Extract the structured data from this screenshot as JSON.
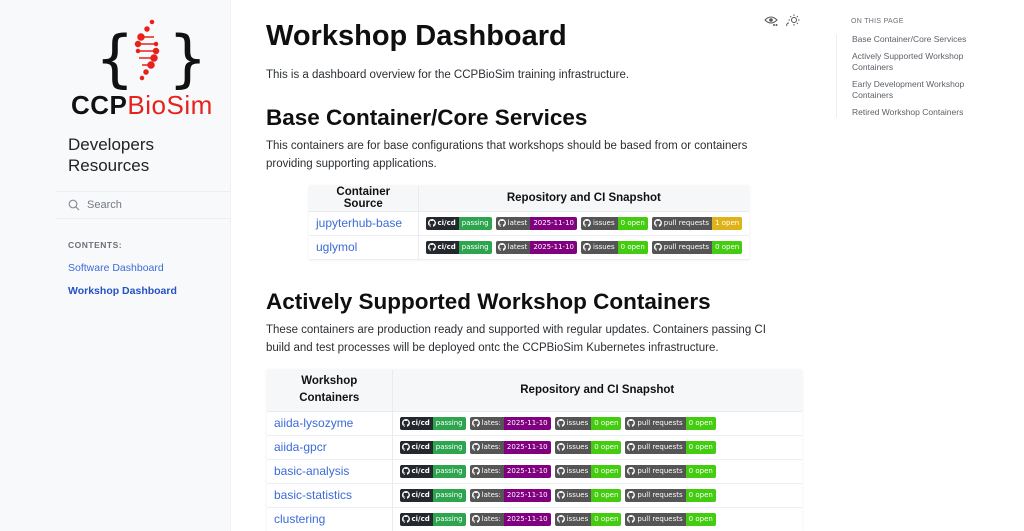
{
  "sidebar": {
    "brand_left": "CCP",
    "brand_right": "BioSim",
    "project_title": "Developers Resources",
    "search_placeholder": "Search",
    "contents_label": "CONTENTS:",
    "items": [
      {
        "label": "Software Dashboard",
        "active": false
      },
      {
        "label": "Workshop Dashboard",
        "active": true
      }
    ]
  },
  "header_icons": [
    "view-source-icon",
    "theme-toggle-icon"
  ],
  "toc": {
    "label": "ON THIS PAGE",
    "items": [
      "Base Container/Core Services",
      "Actively Supported Workshop Containers",
      "Early Development Workshop Containers",
      "Retired Workshop Containers"
    ]
  },
  "main": {
    "title": "Workshop Dashboard",
    "intro": "This is a dashboard overview for the CCPBioSim training infrastructure.",
    "sections": [
      {
        "heading": "Base Container/Core Services",
        "description": "This containers are for base configurations that workshops should be based from or containers providing supporting applications.",
        "table": {
          "headers": [
            "Container Source",
            "Repository and CI Snapshot"
          ],
          "rows": [
            {
              "name": "jupyterhub-base",
              "badges": {
                "cicd": {
                  "label": "ci/cd",
                  "value": "passing"
                },
                "latest": {
                  "label": "latest",
                  "value": "2025-11-10"
                },
                "issues": {
                  "label": "issues",
                  "value": "0 open"
                },
                "prs": {
                  "label": "pull requests",
                  "value": "1 open"
                }
              }
            },
            {
              "name": "uglymol",
              "badges": {
                "cicd": {
                  "label": "ci/cd",
                  "value": "passing"
                },
                "latest": {
                  "label": "latest",
                  "value": "2025-11-10"
                },
                "issues": {
                  "label": "issues",
                  "value": "0 open"
                },
                "prs": {
                  "label": "pull requests",
                  "value": "0 open"
                }
              }
            }
          ]
        }
      },
      {
        "heading": "Actively Supported Workshop Containers",
        "description": "These containers are production ready and supported with regular updates. Containers passing CI build and test processes will be deployed ontc the CCPBioSim Kubernetes infrastructure.",
        "table": {
          "headers": [
            "Workshop Containers",
            "Repository and CI Snapshot"
          ],
          "rows": [
            {
              "name": "aiida-lysozyme",
              "badges": {
                "cicd": {
                  "label": "ci/cd",
                  "value": "passing"
                },
                "latest": {
                  "label": "lates:",
                  "value": "2025-11-10"
                },
                "issues": {
                  "label": "issues",
                  "value": "0 open"
                },
                "prs": {
                  "label": "pull requests",
                  "value": "0 open"
                }
              }
            },
            {
              "name": "aiida-gpcr",
              "badges": {
                "cicd": {
                  "label": "ci/cd",
                  "value": "passing"
                },
                "latest": {
                  "label": "lates:",
                  "value": "2025-11-10"
                },
                "issues": {
                  "label": "issues",
                  "value": "0 open"
                },
                "prs": {
                  "label": "pull requests",
                  "value": "0 open"
                }
              }
            },
            {
              "name": "basic-analysis",
              "badges": {
                "cicd": {
                  "label": "ci/cd",
                  "value": "passing"
                },
                "latest": {
                  "label": "lates:",
                  "value": "2025-11-10"
                },
                "issues": {
                  "label": "issues",
                  "value": "0 open"
                },
                "prs": {
                  "label": "pull requests",
                  "value": "0 open"
                }
              }
            },
            {
              "name": "basic-statistics",
              "badges": {
                "cicd": {
                  "label": "ci/cd",
                  "value": "passing"
                },
                "latest": {
                  "label": "lates:",
                  "value": "2025-11-10"
                },
                "issues": {
                  "label": "issues",
                  "value": "0 open"
                },
                "prs": {
                  "label": "pull requests",
                  "value": "0 open"
                }
              }
            },
            {
              "name": "clustering",
              "badges": {
                "cicd": {
                  "label": "ci/cd",
                  "value": "passing"
                },
                "latest": {
                  "label": "lates:",
                  "value": "2025-11-10"
                },
                "issues": {
                  "label": "issues",
                  "value": "0 open"
                },
                "prs": {
                  "label": "pull requests",
                  "value": "0 open"
                }
              }
            }
          ]
        }
      }
    ]
  },
  "colors": {
    "brand_red": "#e8211c",
    "link": "#3c6bd9",
    "badge_label": "#555555",
    "badge_label_dark": "#24292f",
    "badge_passing": "#2da44e",
    "badge_latest": "#800080",
    "badge_zero_open": "#44cc11",
    "badge_nonzero_open": "#dfb317"
  }
}
